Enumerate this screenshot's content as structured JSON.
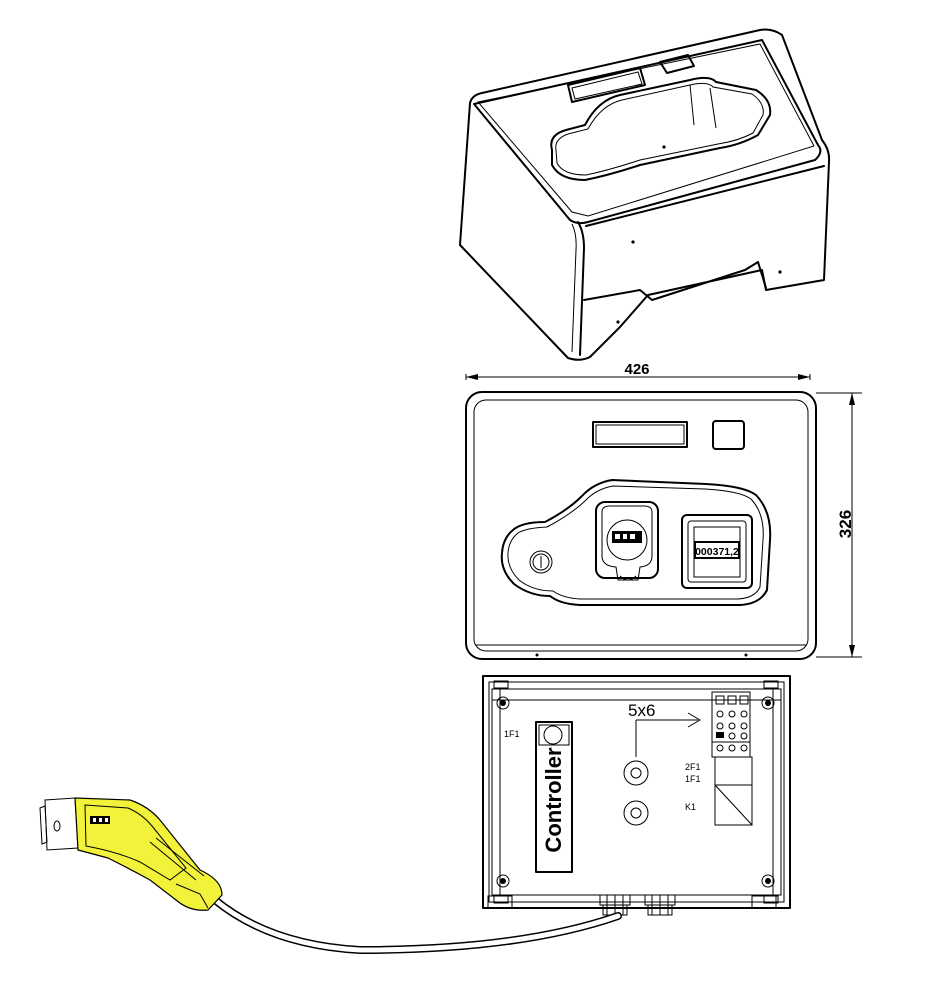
{
  "dimensions": {
    "width_value": "426",
    "height_value": "326"
  },
  "front_panel": {
    "meter_reading": "000371,2"
  },
  "controller_box": {
    "controller_label": "Controller",
    "fuse_left": "1F1",
    "fuse_2f1": "2F1",
    "fuse_1f1": "1F1",
    "contactor": "K1",
    "knockout_spec": "5x6"
  },
  "colors": {
    "line": "#000000",
    "plug_highlight": "#f2f23a"
  }
}
